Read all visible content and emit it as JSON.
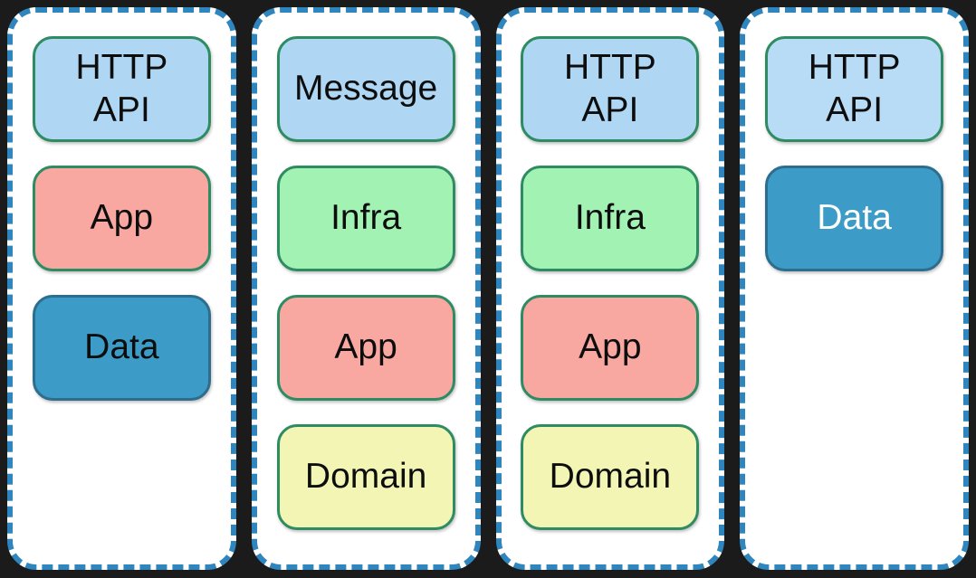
{
  "diagram": {
    "title": "layered-architecture-columns",
    "background_color": "#1B1B1B",
    "container_fill": "#FFFFFF",
    "container_border_color": "#2F86BE",
    "palette": {
      "api_fill": "#AFD7F4",
      "infra_fill": "#A2F2B4",
      "app_fill": "#F8A8A0",
      "domain_fill": "#F2F5B4",
      "data_fill": "#3D9BC7",
      "green_border": "#2E8B62",
      "data_border": "#2D6E8E",
      "text_dark": "#0D0D0D",
      "text_light": "#FFFFFF"
    },
    "columns": [
      {
        "name": "column-1",
        "boxes": [
          {
            "label": "HTTP\nAPI",
            "kind": "http-api",
            "fill": "#AFD7F4",
            "border": "#2E8B62",
            "text_color": "#0D0D0D"
          },
          {
            "label": "App",
            "kind": "app",
            "fill": "#F8A8A0",
            "border": "#2E8B62",
            "text_color": "#0D0D0D"
          },
          {
            "label": "Data",
            "kind": "data",
            "fill": "#3D9BC7",
            "border": "#2D6E8E",
            "text_color": "#0D0D0D"
          }
        ]
      },
      {
        "name": "column-2",
        "boxes": [
          {
            "label": "Message",
            "kind": "message",
            "fill": "#AFD7F4",
            "border": "#2E8B62",
            "text_color": "#0D0D0D"
          },
          {
            "label": "Infra",
            "kind": "infra",
            "fill": "#A2F2B4",
            "border": "#2E8B62",
            "text_color": "#0D0D0D"
          },
          {
            "label": "App",
            "kind": "app",
            "fill": "#F8A8A0",
            "border": "#2E8B62",
            "text_color": "#0D0D0D"
          },
          {
            "label": "Domain",
            "kind": "domain",
            "fill": "#F2F5B4",
            "border": "#2E8B62",
            "text_color": "#0D0D0D"
          }
        ]
      },
      {
        "name": "column-3",
        "boxes": [
          {
            "label": "HTTP\nAPI",
            "kind": "http-api",
            "fill": "#AFD7F4",
            "border": "#2E8B62",
            "text_color": "#0D0D0D"
          },
          {
            "label": "Infra",
            "kind": "infra",
            "fill": "#A2F2B4",
            "border": "#2E8B62",
            "text_color": "#0D0D0D"
          },
          {
            "label": "App",
            "kind": "app",
            "fill": "#F8A8A0",
            "border": "#2E8B62",
            "text_color": "#0D0D0D"
          },
          {
            "label": "Domain",
            "kind": "domain",
            "fill": "#F2F5B4",
            "border": "#2E8B62",
            "text_color": "#0D0D0D"
          }
        ]
      },
      {
        "name": "column-4",
        "boxes": [
          {
            "label": "HTTP\nAPI",
            "kind": "http-api",
            "fill": "#B8DCF6",
            "border": "#2E8B62",
            "text_color": "#0D0D0D"
          },
          {
            "label": "Data",
            "kind": "data",
            "fill": "#3D9BC7",
            "border": "#2D6E8E",
            "text_color": "#FFFFFF"
          }
        ]
      }
    ]
  }
}
